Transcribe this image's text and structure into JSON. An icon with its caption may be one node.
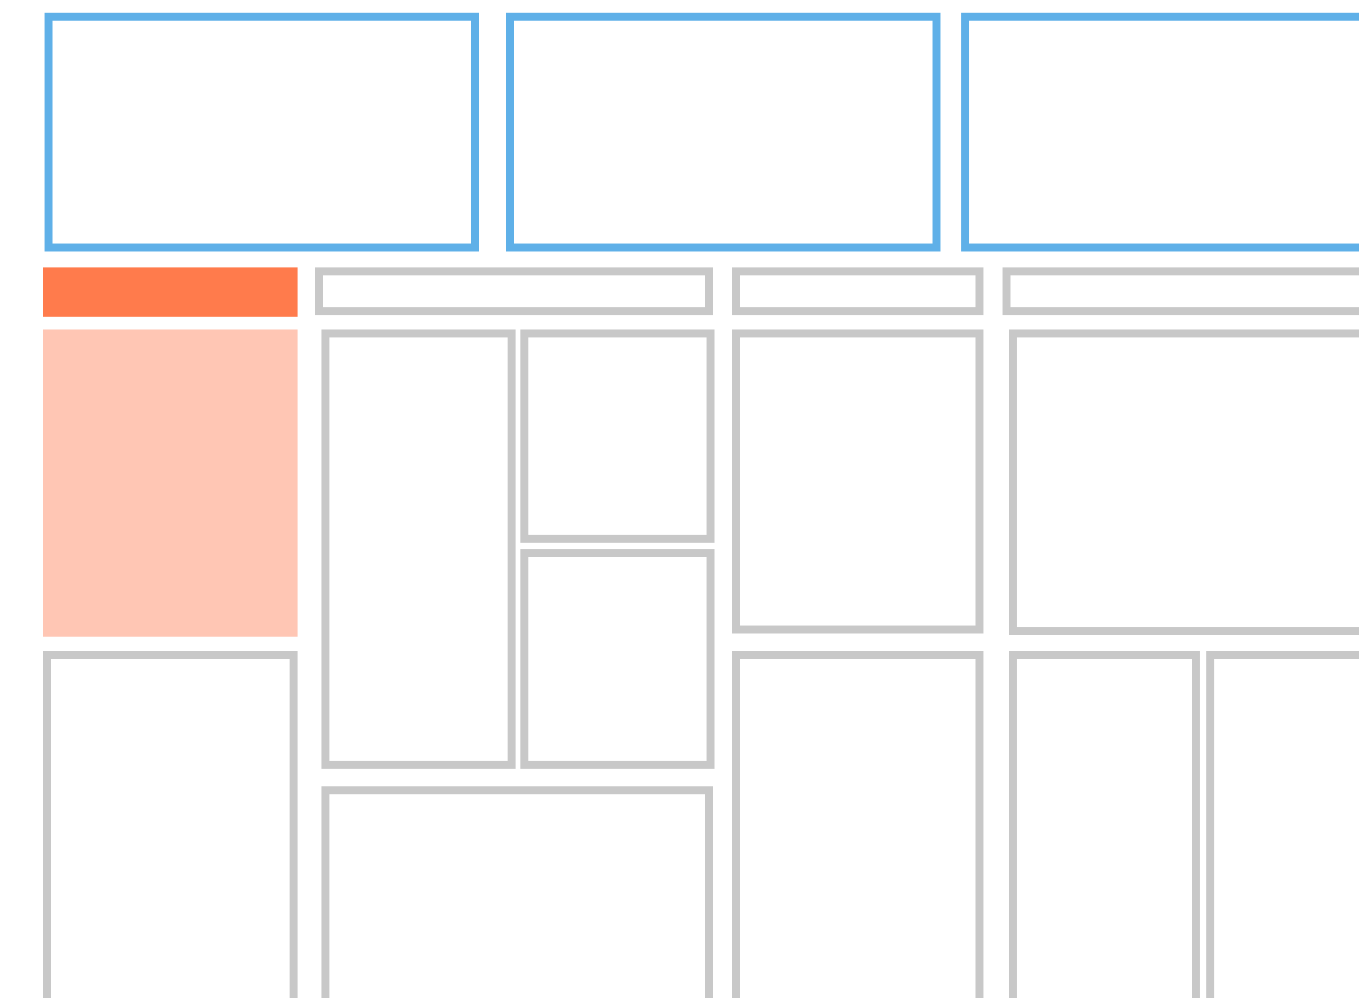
{
  "diagram": {
    "nodes": [
      {
        "text": [],
        "shape": "box"
      },
      {
        "text": [],
        "shape": "box"
      },
      {
        "text": [],
        "shape": "box"
      },
      {
        "text": [],
        "shape": "box"
      },
      {
        "text": [],
        "shape": "box"
      },
      {
        "text": [],
        "shape": "box"
      },
      {
        "text": [],
        "shape": "box"
      },
      {
        "text": [],
        "shape": "box"
      },
      {
        "text": [],
        "shape": "box"
      },
      {
        "text": [],
        "shape": "box"
      },
      {
        "text": [],
        "shape": "box"
      },
      {
        "text": [],
        "shape": "box"
      },
      {
        "text": [],
        "shape": "box"
      },
      {
        "text": [],
        "shape": "box"
      },
      {
        "text": [],
        "shape": "box"
      },
      {
        "text": [],
        "shape": "box"
      },
      {
        "text": [],
        "shape": "box"
      },
      {
        "text": [],
        "shape": "box"
      }
    ]
  }
}
